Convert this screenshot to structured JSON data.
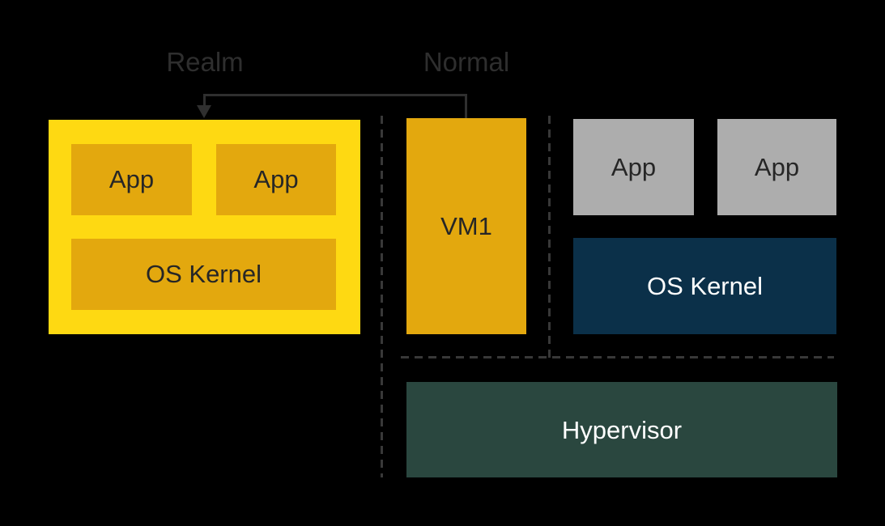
{
  "labels": {
    "realm": "Realm",
    "normal": "Normal"
  },
  "realm_world": {
    "apps": [
      "App",
      "App"
    ],
    "os_kernel": "OS Kernel"
  },
  "normal_world": {
    "vm": "VM1",
    "apps": [
      "App",
      "App"
    ],
    "os_kernel": "OS Kernel",
    "hypervisor": "Hypervisor"
  },
  "colors": {
    "background": "#000000",
    "realm_yellow": "#FED912",
    "amber": "#E3A80E",
    "app_gray": "#ADADAD",
    "kernel_navy": "#0B3049",
    "hypervisor_green": "#2A473F",
    "dark_text": "#262626",
    "light_text": "#FFFFFF",
    "label_text": "#2E2E2E",
    "arrow": "#2F2F2F",
    "line": "#383838"
  }
}
